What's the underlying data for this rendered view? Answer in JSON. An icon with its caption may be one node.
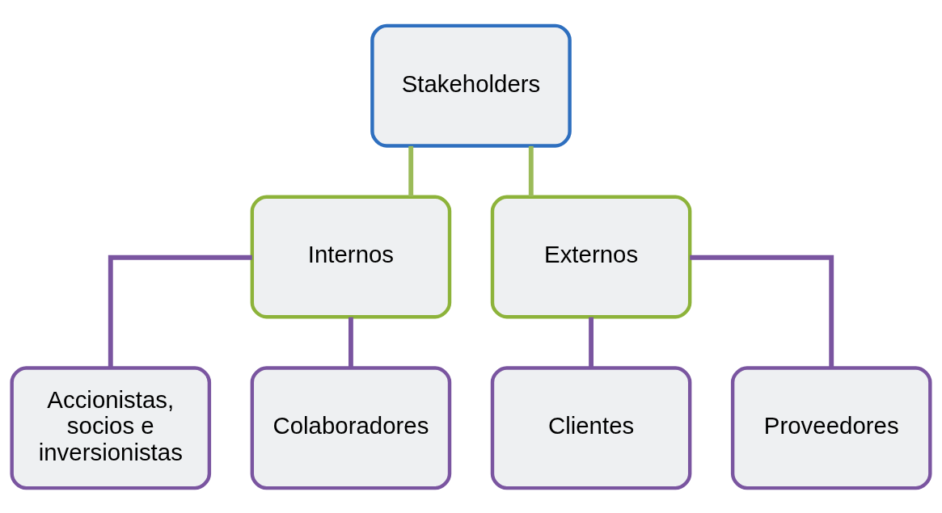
{
  "diagram": {
    "nodes": [
      {
        "text": [
          "Stakeholders"
        ]
      },
      {
        "text": [
          "Internos"
        ]
      },
      {
        "text": [
          "Externos"
        ]
      },
      {
        "text": [
          "Accionistas, socios e inversionistas"
        ]
      },
      {
        "text": [
          "Colaboradores"
        ]
      },
      {
        "text": [
          "Clientes"
        ]
      },
      {
        "text": [
          "Proveedores"
        ]
      }
    ],
    "edges": [
      {
        "from": 0,
        "to": 1,
        "arrow": "none",
        "color": "#9bbb59"
      },
      {
        "from": 0,
        "to": 2,
        "arrow": "none",
        "color": "#9bbb59"
      },
      {
        "from": 1,
        "to": 3,
        "arrow": "none"
      },
      {
        "from": 1,
        "to": 4,
        "arrow": "none"
      },
      {
        "from": 2,
        "to": 5,
        "arrow": "none"
      },
      {
        "from": 2,
        "to": 6,
        "arrow": "none"
      }
    ]
  }
}
